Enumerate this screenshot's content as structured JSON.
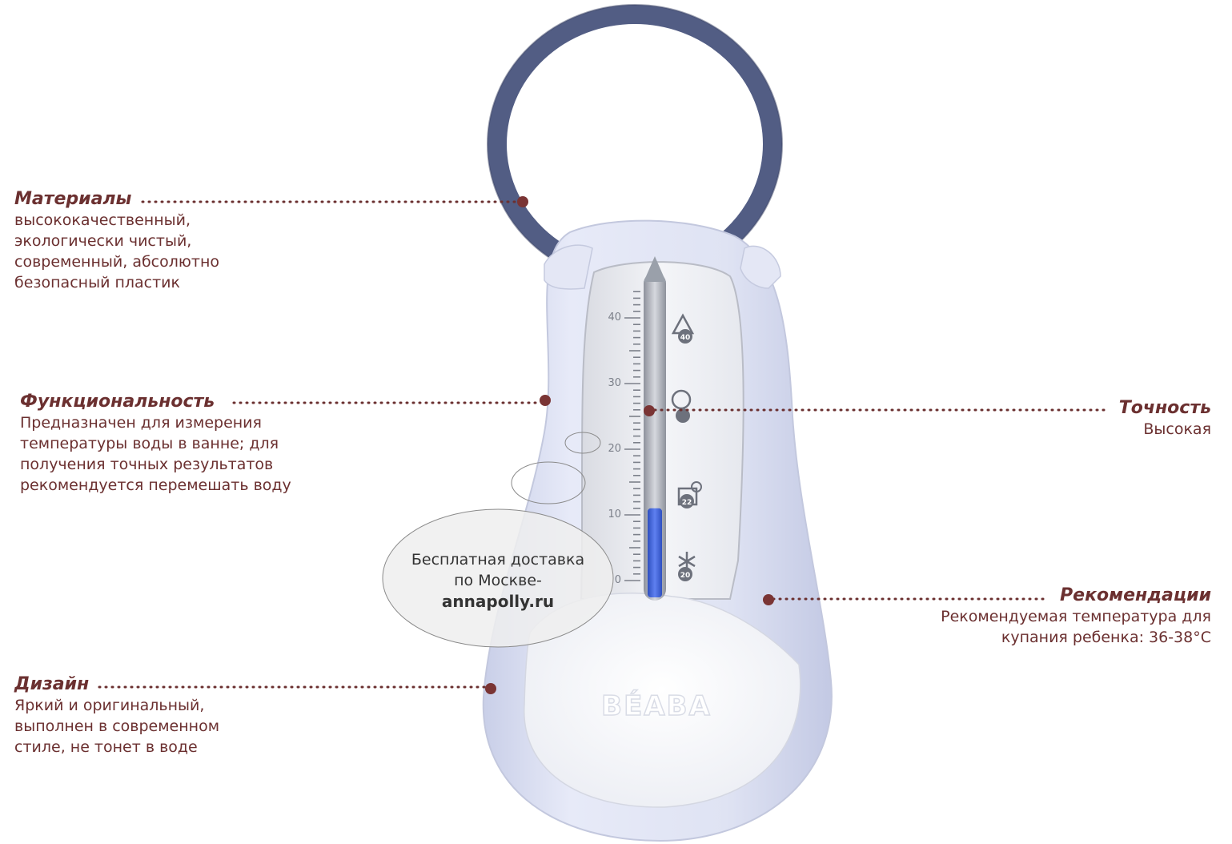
{
  "product": {
    "brand": "BÉABA",
    "scale_ticks": [
      "40",
      "30",
      "20",
      "10",
      "0"
    ],
    "icon_badges": [
      "40",
      "",
      "22",
      "20"
    ],
    "mercury_level_c": 11
  },
  "annotations": {
    "materials": {
      "title": "Материалы",
      "body": "высококачественный,\nэкологически чистый,\nсовременный, абсолютно\nбезопасный пластик"
    },
    "functionality": {
      "title": "Функциональность",
      "body": "Предназначен для измерения\nтемпературы воды в ванне; для\nполучения точных результатов\nрекомендуется перемешать воду"
    },
    "design": {
      "title": "Дизайн",
      "body": "Яркий и оригинальный,\nвыполнен в современном\nстиле, не тонет в воде"
    },
    "accuracy": {
      "title": "Точность",
      "body": "Высокая"
    },
    "recommendations": {
      "title": "Рекомендации",
      "body": "Рекомендуемая температура для\nкупания ребенка: 36-38°С"
    }
  },
  "promo": {
    "line1": "Бесплатная доставка",
    "line2": "по Москве-",
    "site": "annapolly.ru"
  },
  "colors": {
    "accent": "#6b3030",
    "ring": "#525d84",
    "body": "#dfe3f3",
    "mercury": "#3f62d8"
  }
}
